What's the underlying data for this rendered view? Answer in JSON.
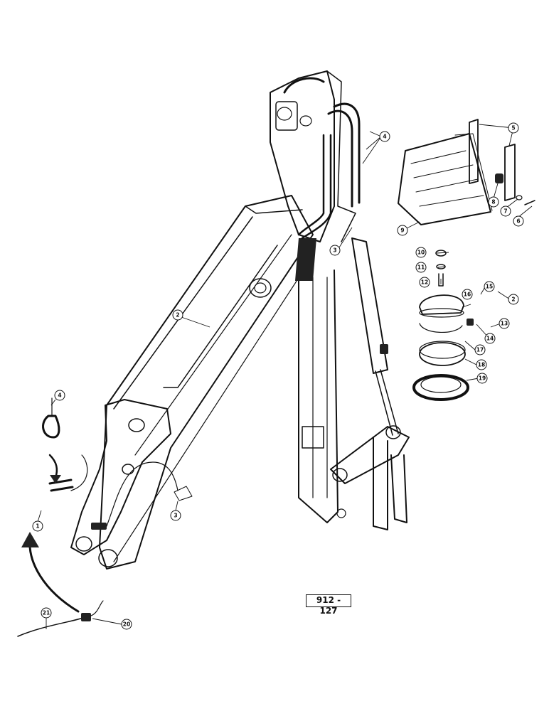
{
  "figure_number": "912 - 127",
  "callouts": [
    {
      "id": "c-4a",
      "label": "4"
    },
    {
      "id": "c-5",
      "label": "5"
    },
    {
      "id": "c-8",
      "label": "8"
    },
    {
      "id": "c-7",
      "label": "7"
    },
    {
      "id": "c-6",
      "label": "6"
    },
    {
      "id": "c-9",
      "label": "9"
    },
    {
      "id": "c-3a",
      "label": "3"
    },
    {
      "id": "c-10",
      "label": "10"
    },
    {
      "id": "c-11",
      "label": "11"
    },
    {
      "id": "c-12",
      "label": "12"
    },
    {
      "id": "c-16",
      "label": "16"
    },
    {
      "id": "c-15",
      "label": "15"
    },
    {
      "id": "c-2a",
      "label": "2"
    },
    {
      "id": "c-13",
      "label": "13"
    },
    {
      "id": "c-14",
      "label": "14"
    },
    {
      "id": "c-17",
      "label": "17"
    },
    {
      "id": "c-18",
      "label": "18"
    },
    {
      "id": "c-19",
      "label": "19"
    },
    {
      "id": "c-2b",
      "label": "2"
    },
    {
      "id": "c-4b",
      "label": "4"
    },
    {
      "id": "c-1",
      "label": "1"
    },
    {
      "id": "c-3b",
      "label": "3"
    },
    {
      "id": "c-21",
      "label": "21"
    },
    {
      "id": "c-20",
      "label": "20"
    }
  ]
}
